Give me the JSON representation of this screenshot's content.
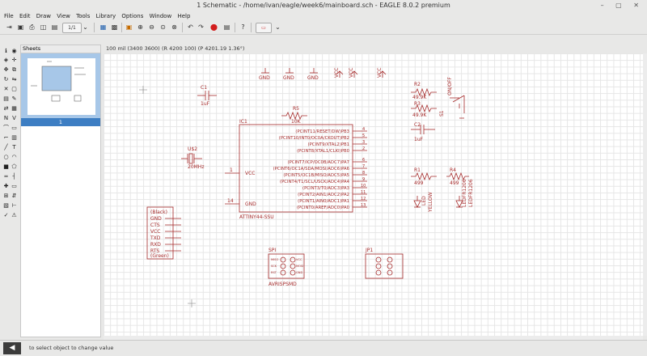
{
  "window": {
    "title": "1 Schematic - /home/ivan/eagle/week6/mainboard.sch - EAGLE 8.0.2 premium"
  },
  "menu": [
    "File",
    "Edit",
    "Draw",
    "View",
    "Tools",
    "Library",
    "Options",
    "Window",
    "Help"
  ],
  "toolbar": {
    "sheet_value": "1/1"
  },
  "status": {
    "grid": "100 mil (3400 3600)",
    "coords": "(R 4200 100) (P 4201.19 1.36°)"
  },
  "sheets_panel": {
    "title": "Sheets",
    "sheet_number": "1"
  },
  "bottom": {
    "message": "to select object to change value"
  },
  "colors": {
    "net": "#a52a2a",
    "canvas": "#ffffff",
    "selection": "#3d7ec3"
  },
  "schematic": {
    "power": [
      "GND",
      "GND",
      "GND",
      "VCC",
      "VCC",
      "VCC"
    ],
    "c1": {
      "name": "C1",
      "value": "1uF"
    },
    "r5": {
      "name": "R5",
      "value": "10K"
    },
    "r2": {
      "name": "R2",
      "value": "49.9K"
    },
    "r3": {
      "name": "R3",
      "value": "49.9K"
    },
    "s1": {
      "name": "S1",
      "value": "ON/OFF"
    },
    "c2": {
      "name": "C2",
      "value": "1uF"
    },
    "u2": {
      "name": "U$2",
      "value": "20MHz"
    },
    "ic1": {
      "name": "IC1",
      "value": "ATTINY44-SSU",
      "left_pins": [
        "VCC",
        "GND"
      ],
      "left_pin_numbers": [
        "1",
        "14"
      ],
      "right_pins": [
        "(PCINT11/RESET/DW)PB3",
        "(PCINT10/INT0/OC0A/CKOUT)PB2",
        "(PCINT9/XTAL2)PB1",
        "(PCINT8/XTAL1/CLKI)PB0",
        "(PCINT7/ICP/OC0B/ADC7)PA7",
        "(PCINT6/OC1A/SDA/MOSI/ADC6)PA6",
        "(PCINT5/OC1B/MISO/ADC5)PA5",
        "(PCINT4/T1/SCL/USCK/ADC4)PA4",
        "(PCINT3/T0/ADC3)PA3",
        "(PCINT2/AIN1/ADC2)PA2",
        "(PCINT1/AIN0/ADC1)PA1",
        "(PCINT0/AREF/ADC0)PA0"
      ],
      "right_pin_numbers": [
        "4",
        "5",
        "3",
        "2",
        "6",
        "7",
        "8",
        "9",
        "10",
        "11",
        "12",
        "13"
      ]
    },
    "r1": {
      "name": "R1",
      "value": "499"
    },
    "r4": {
      "name": "R4",
      "value": "499"
    },
    "led_yellow": {
      "name": "LED",
      "value": "YELLOW"
    },
    "led_green": {
      "name": "LEDFR1206",
      "value": "LEDFR1206"
    },
    "ftdi": [
      "(Black)",
      "GND",
      "CTS",
      "VCC",
      "TXD",
      "RXD",
      "RTS",
      "(Green)"
    ],
    "spi": {
      "name": "SPI",
      "value": "AVRISPSMD",
      "pins": [
        "MISO",
        "SCK",
        "RST",
        "VCC",
        "MOSI",
        "GND"
      ]
    },
    "jp1": {
      "name": "JP1"
    }
  }
}
